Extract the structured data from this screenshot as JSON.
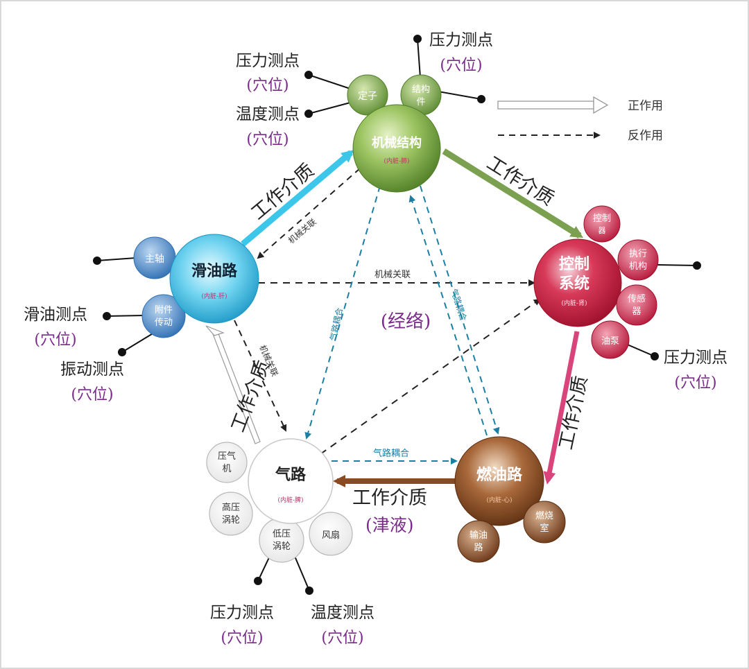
{
  "legend": {
    "positive": "正作用",
    "negative": "反作用"
  },
  "center_label": "(经络)",
  "nodes": {
    "mechanical": {
      "title": "机械结构",
      "sub": "(内脏-肺)"
    },
    "lubrication": {
      "title": "滑油路",
      "sub": "(内脏-肝)"
    },
    "control": {
      "title_line1": "控制",
      "title_line2": "系统",
      "sub": "(内脏-肾)"
    },
    "air": {
      "title": "气路",
      "sub": "(内脏-脾)"
    },
    "fuel": {
      "title": "燃油路",
      "sub": "(内脏-心)"
    }
  },
  "sub_nodes": {
    "stator": "定子",
    "structure_line1": "结构",
    "structure_line2": "件",
    "spindle": "主轴",
    "accessory_line1": "附件",
    "accessory_line2": "传动",
    "control_ctrl_line1": "控制",
    "control_ctrl_line2": "器",
    "actuator_line1": "执行",
    "actuator_line2": "机构",
    "sensor_line1": "传感",
    "sensor_line2": "器",
    "pump": "油泵",
    "compressor_line1": "压气",
    "compressor_line2": "机",
    "hp_turbine_line1": "高压",
    "hp_turbine_line2": "涡轮",
    "lp_turbine_line1": "低压",
    "lp_turbine_line2": "涡轮",
    "fan": "风扇",
    "oil_supply_line1": "输油",
    "oil_supply_line2": "路",
    "combustor_line1": "燃烧",
    "combustor_line2": "室"
  },
  "measure_points": {
    "mech_pressure": {
      "name": "压力测点",
      "tag": "(穴位)"
    },
    "mech_temperature": {
      "name": "温度测点",
      "tag": "(穴位)"
    },
    "struct_pressure": {
      "name": "压力测点",
      "tag": "(穴位)"
    },
    "lube_oil": {
      "name": "滑油测点",
      "tag": "(穴位)"
    },
    "lube_vibration": {
      "name": "振动测点",
      "tag": "(穴位)"
    },
    "control_pressure": {
      "name": "压力测点",
      "tag": "(穴位)"
    },
    "air_pressure": {
      "name": "压力测点",
      "tag": "(穴位)"
    },
    "air_temperature": {
      "name": "温度测点",
      "tag": "(穴位)"
    }
  },
  "edge_labels": {
    "lube_to_mech": "工作介质",
    "mech_to_control": "工作介质",
    "control_to_fuel": "工作介质",
    "air_to_lube": "工作介质",
    "fuel_to_air": "工作介质",
    "fuel_to_air_tag": "(津液)",
    "mech_lube_assoc": "机械关联",
    "lube_control_assoc": "机械关联",
    "lube_air_assoc": "机械关联",
    "air_fuel_coupling": "气路耦合",
    "mech_air_coupling": "气路耦合",
    "mech_fuel_coupling": "气路耦合"
  },
  "colors": {
    "mechanical": "#7fb24a",
    "lubrication": "#2bb8de",
    "control": "#c21f3c",
    "air": "#ffffff",
    "fuel": "#7a4420",
    "purple_text": "#7a2a8a",
    "teal_dash": "#1a8a8a"
  }
}
